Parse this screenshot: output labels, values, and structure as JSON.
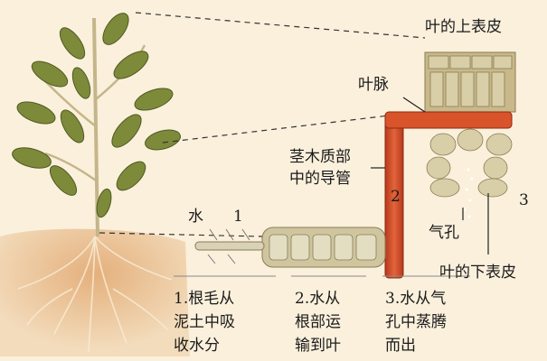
{
  "labels": {
    "upper_epidermis": "叶的上表皮",
    "vein": "叶脉",
    "stem_xylem_line1": "茎木质部",
    "stem_xylem_line2": "中的导管",
    "water": "水",
    "stomata": "气孔",
    "lower_epidermis": "叶的下表皮",
    "marker_1": "1",
    "marker_2": "2",
    "marker_3": "3"
  },
  "steps": [
    {
      "lines": [
        "1.根毛从",
        "泥土中吸",
        "收水分"
      ]
    },
    {
      "lines": [
        "2.水从",
        "根部运",
        "输到叶"
      ]
    },
    {
      "lines": [
        "3.水从气",
        "孔中蒸腾",
        "而出"
      ]
    }
  ],
  "colors": {
    "background": "#fbf0dc",
    "vessel": "#d9542a",
    "leaf": "#7d8a3a",
    "soil": "#d8a070"
  }
}
